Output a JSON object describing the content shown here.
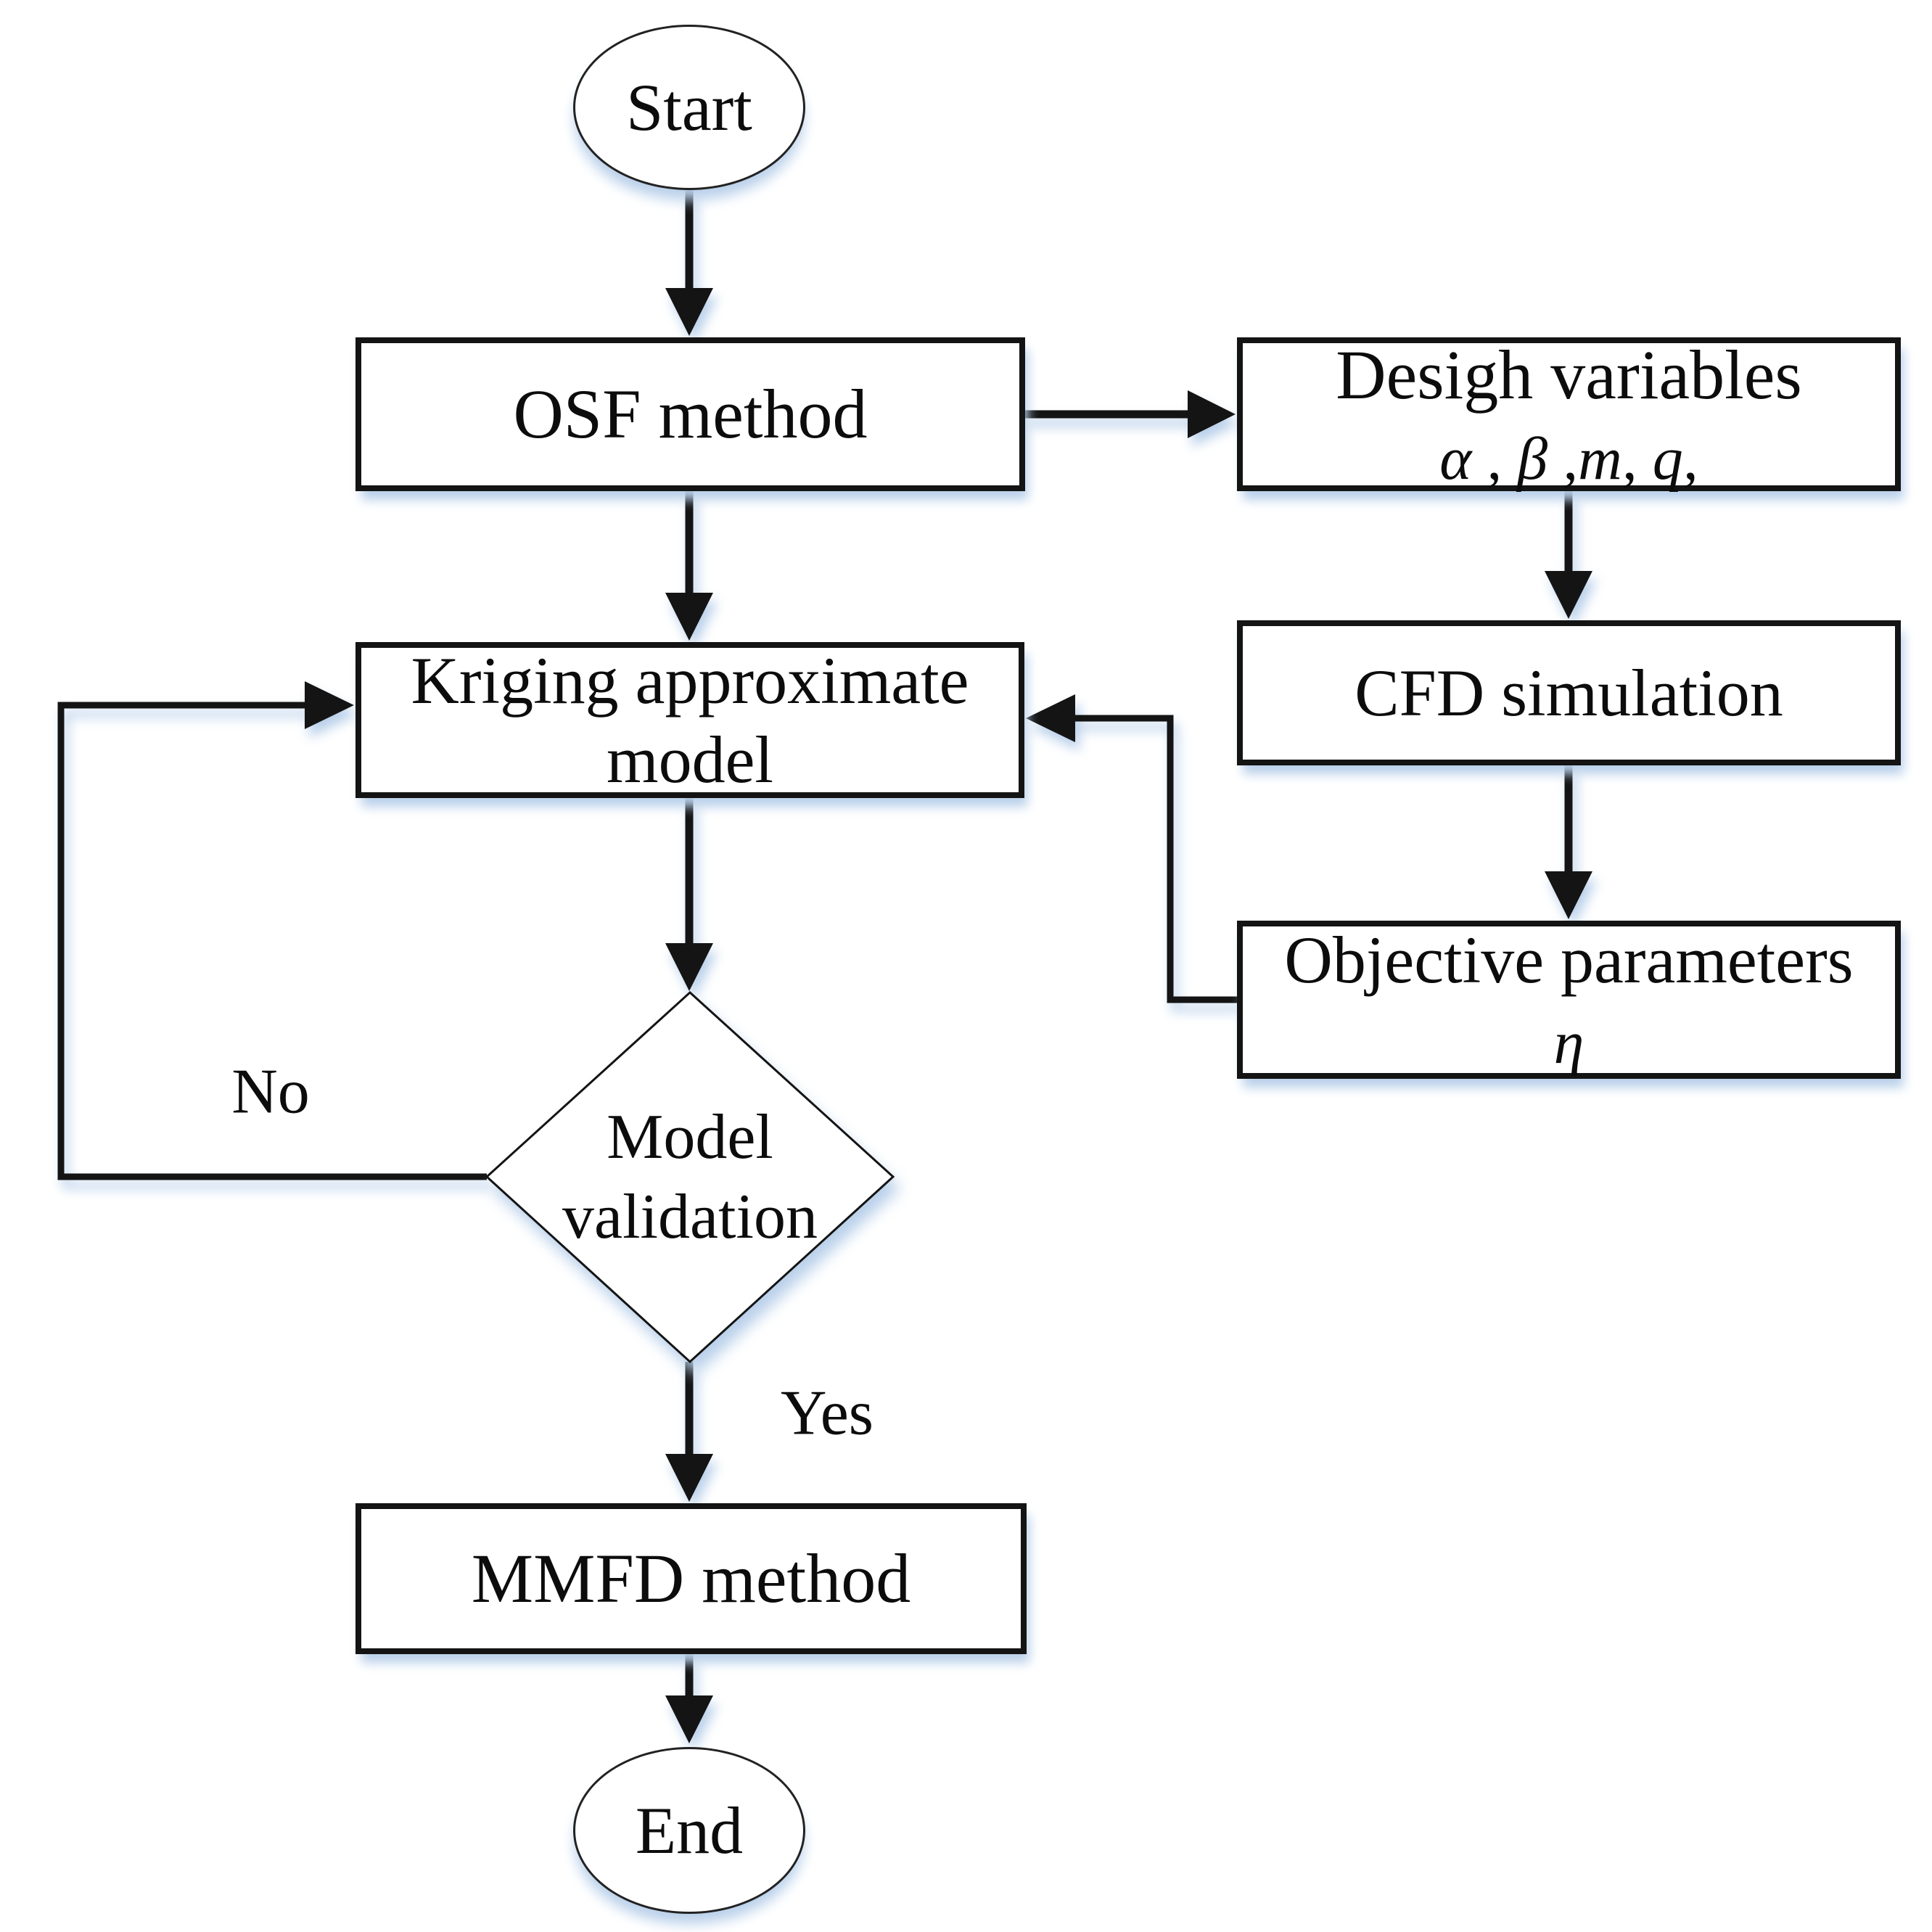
{
  "colors": {
    "stroke": "#141414",
    "shadow": "#b9d0ea",
    "background": "#ffffff",
    "text": "#0c0c0c"
  },
  "nodes": {
    "start": {
      "type": "terminator",
      "label": "Start"
    },
    "osf": {
      "type": "process",
      "label": "OSF method"
    },
    "design": {
      "type": "process",
      "line1": "Desigh variables",
      "line2": "α , β ,m, q,"
    },
    "cfd": {
      "type": "process",
      "label": "CFD simulation"
    },
    "objective": {
      "type": "process",
      "line1": "Objective parameters",
      "line2": "η"
    },
    "kriging": {
      "type": "process",
      "line1": "Kriging approximate",
      "line2": "model"
    },
    "validation": {
      "type": "decision",
      "line1": "Model",
      "line2": "validation"
    },
    "mmfd": {
      "type": "process",
      "label": "MMFD method"
    },
    "end": {
      "type": "terminator",
      "label": "End"
    }
  },
  "edge_labels": {
    "no": "No",
    "yes": "Yes"
  }
}
